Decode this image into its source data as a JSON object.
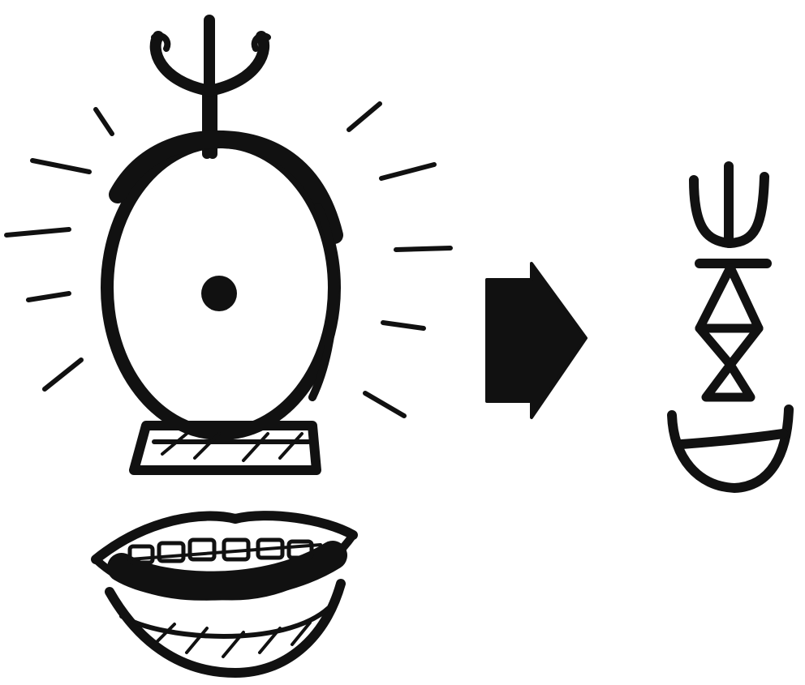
{
  "figure": {
    "panels": [
      {
        "id": "pictorial",
        "depicts": [
          "radiant-disc-on-stand",
          "trident-crown",
          "open-mouth"
        ]
      },
      {
        "id": "arrow",
        "direction": "right"
      },
      {
        "id": "abstract-sign",
        "depicts": [
          "trident",
          "crossbar",
          "double-diamond",
          "arc-bowl"
        ]
      }
    ],
    "ink_color": "#111111",
    "paper_color": "#ffffff"
  }
}
